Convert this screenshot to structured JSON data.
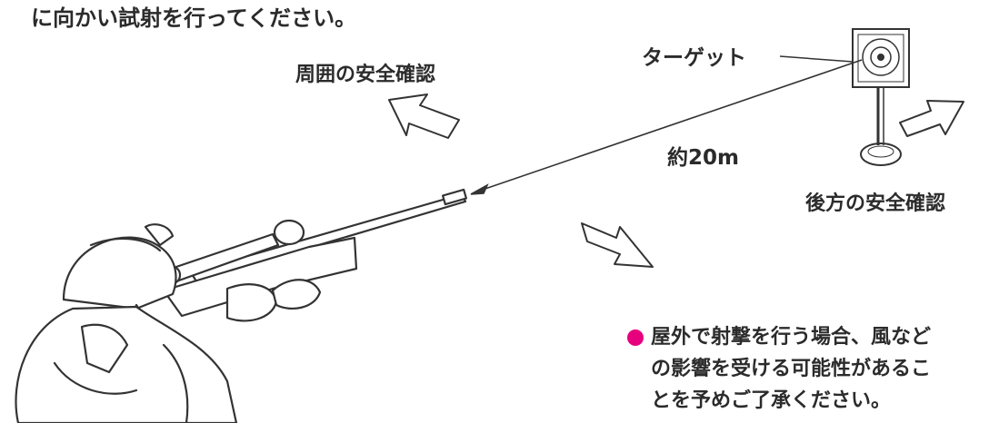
{
  "intro_text": "に向かい試射を行ってください。",
  "labels": {
    "check_around": "周囲の安全確認",
    "target": "ターゲット",
    "distance": "約20m",
    "check_behind": "後方の安全確認"
  },
  "note": {
    "bullet_color": "#e6007e",
    "lines": [
      "屋外で射撃を行う場合、風など",
      "の影響を受ける可能性があるこ",
      "とを予めご了承ください。"
    ]
  }
}
